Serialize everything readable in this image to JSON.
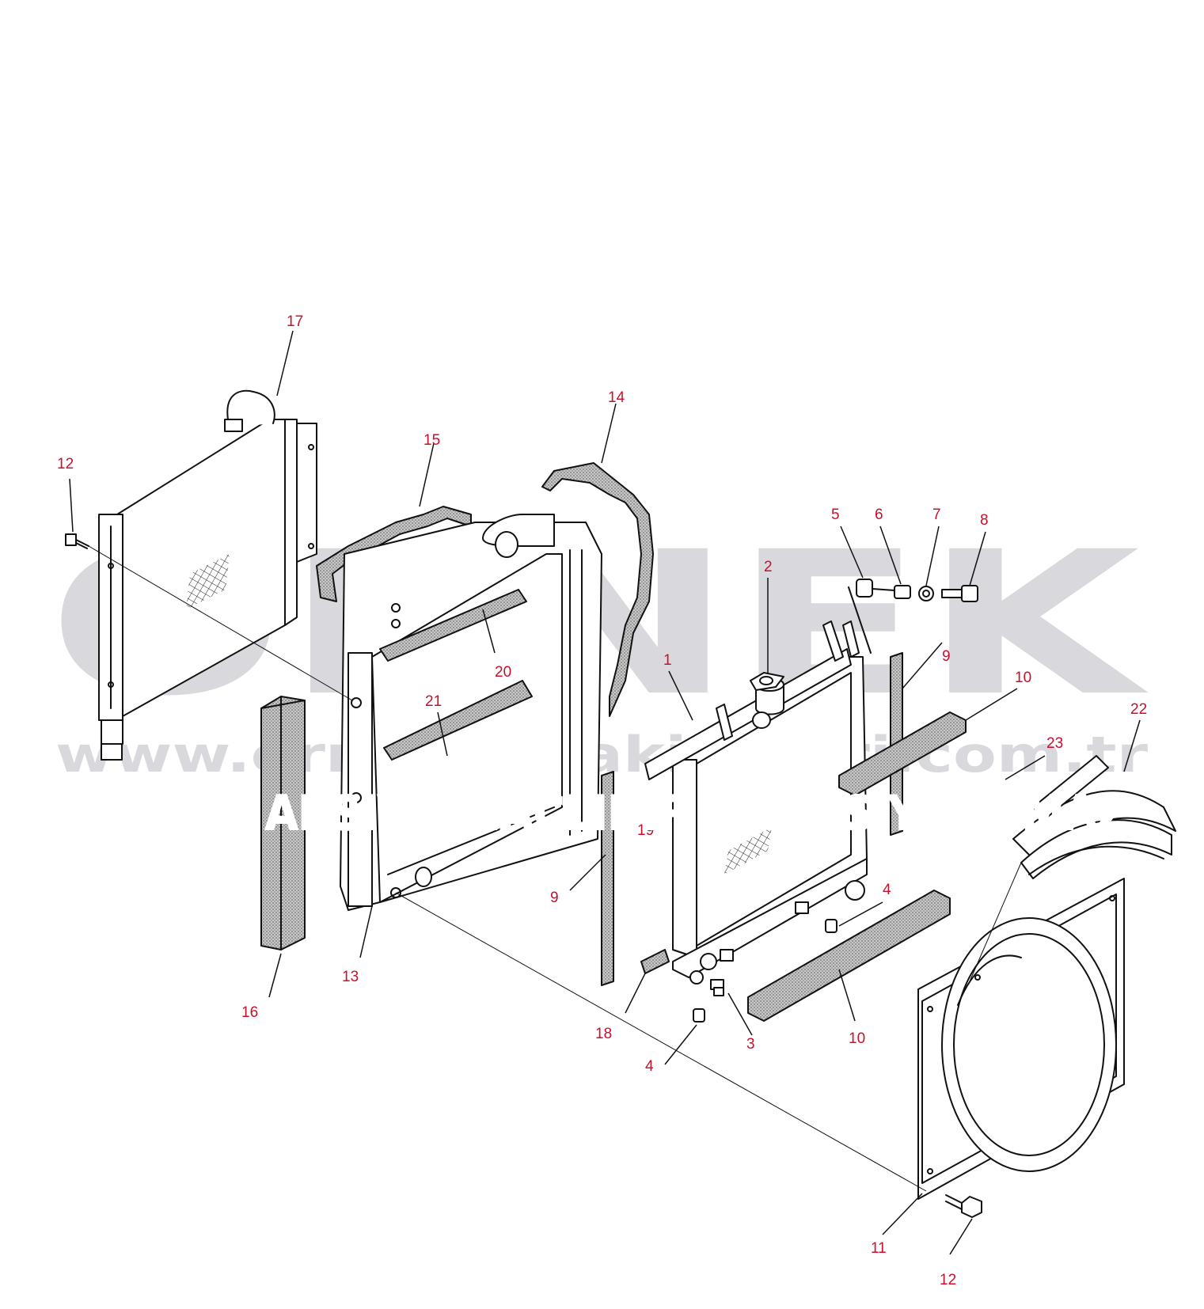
{
  "diagram": {
    "type": "exploded-parts-diagram",
    "callout_color": "#c8102e",
    "line_color": "#111111",
    "foam_fill": "#9a9a9a"
  },
  "watermark": {
    "logo_text": "ÖRNEK",
    "url_text": "www.ornekismakinalari.com.tr",
    "banner_text": "ARSIV AMACLIDIR · SATIS YAPILMAZ",
    "logo_color": "#d9d8dd",
    "accent_color": "#f2d27a"
  },
  "callouts": [
    {
      "id": "c17",
      "label": "17"
    },
    {
      "id": "c12a",
      "label": "12"
    },
    {
      "id": "c15",
      "label": "15"
    },
    {
      "id": "c14",
      "label": "14"
    },
    {
      "id": "c5",
      "label": "5"
    },
    {
      "id": "c6",
      "label": "6"
    },
    {
      "id": "c7",
      "label": "7"
    },
    {
      "id": "c8",
      "label": "8"
    },
    {
      "id": "c2",
      "label": "2"
    },
    {
      "id": "c1",
      "label": "1"
    },
    {
      "id": "c9a",
      "label": "9"
    },
    {
      "id": "c10a",
      "label": "10"
    },
    {
      "id": "c20",
      "label": "20"
    },
    {
      "id": "c21",
      "label": "21"
    },
    {
      "id": "c22",
      "label": "22"
    },
    {
      "id": "c23",
      "label": "23"
    },
    {
      "id": "c19",
      "label": "19"
    },
    {
      "id": "c9b",
      "label": "9"
    },
    {
      "id": "c4a",
      "label": "4"
    },
    {
      "id": "c13",
      "label": "13"
    },
    {
      "id": "c16",
      "label": "16"
    },
    {
      "id": "c18",
      "label": "18"
    },
    {
      "id": "c3",
      "label": "3"
    },
    {
      "id": "c10b",
      "label": "10"
    },
    {
      "id": "c4b",
      "label": "4"
    },
    {
      "id": "c11",
      "label": "11"
    },
    {
      "id": "c12b",
      "label": "12"
    }
  ]
}
